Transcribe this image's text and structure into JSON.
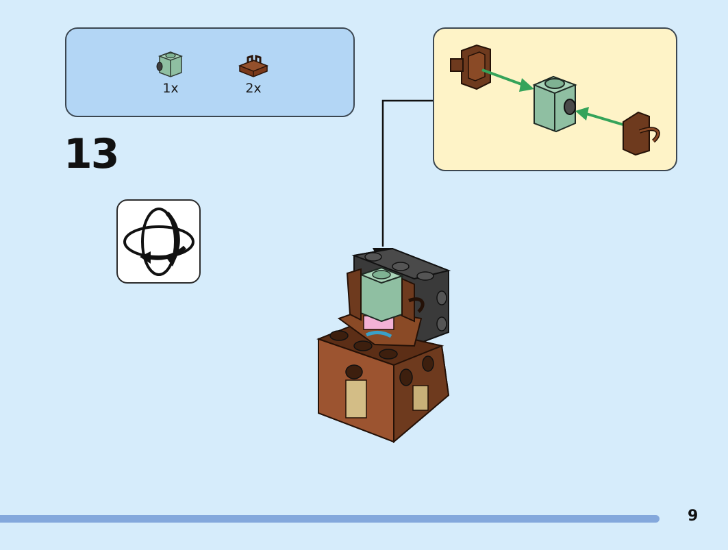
{
  "parts_list": {
    "items": [
      {
        "icon": "sand-green-brick-1x1-with-stud-icon",
        "color": "#8fbfa2",
        "quantity": "1x"
      },
      {
        "icon": "reddish-brown-plate-with-clip-icon",
        "color": "#7a3a1c",
        "quantity": "2x"
      }
    ]
  },
  "step": {
    "number": "13"
  },
  "rotate_indicator": {
    "icon": "rotate-model-icon"
  },
  "callout": {
    "arrow_color": "#35a35a"
  },
  "page": {
    "number": "9"
  },
  "colors": {
    "background": "#d6ecfb",
    "parts_box": "#b3d6f5",
    "callout_box": "#fef3c7",
    "progress_bar": "#84a8dc"
  }
}
